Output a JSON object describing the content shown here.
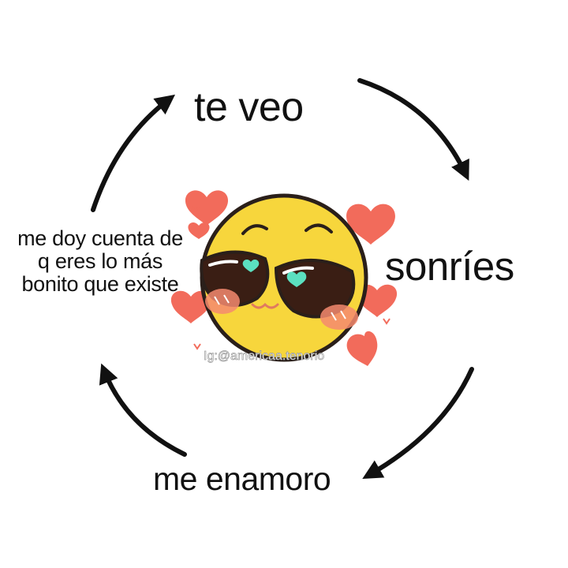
{
  "cycle": {
    "top_label": "te veo",
    "right_label": "sonríes",
    "bottom_label": "me enamoro",
    "left_label": "me doy cuenta de q eres lo más bonito que existe"
  },
  "watermark": "Ig:@americaa.tenorio",
  "colors": {
    "text": "#111111",
    "arrow": "#111111",
    "face": "#f7d63c",
    "face_outline": "#2a1f1a",
    "heart": "#f26b5b",
    "eye_iris": "#3a1e14",
    "eye_heart": "#5be0c0",
    "blush": "#f58a6e"
  },
  "icons": {
    "center": "blushing-emoji-with-heart-eyes",
    "arrows": "cycle-arrow"
  }
}
